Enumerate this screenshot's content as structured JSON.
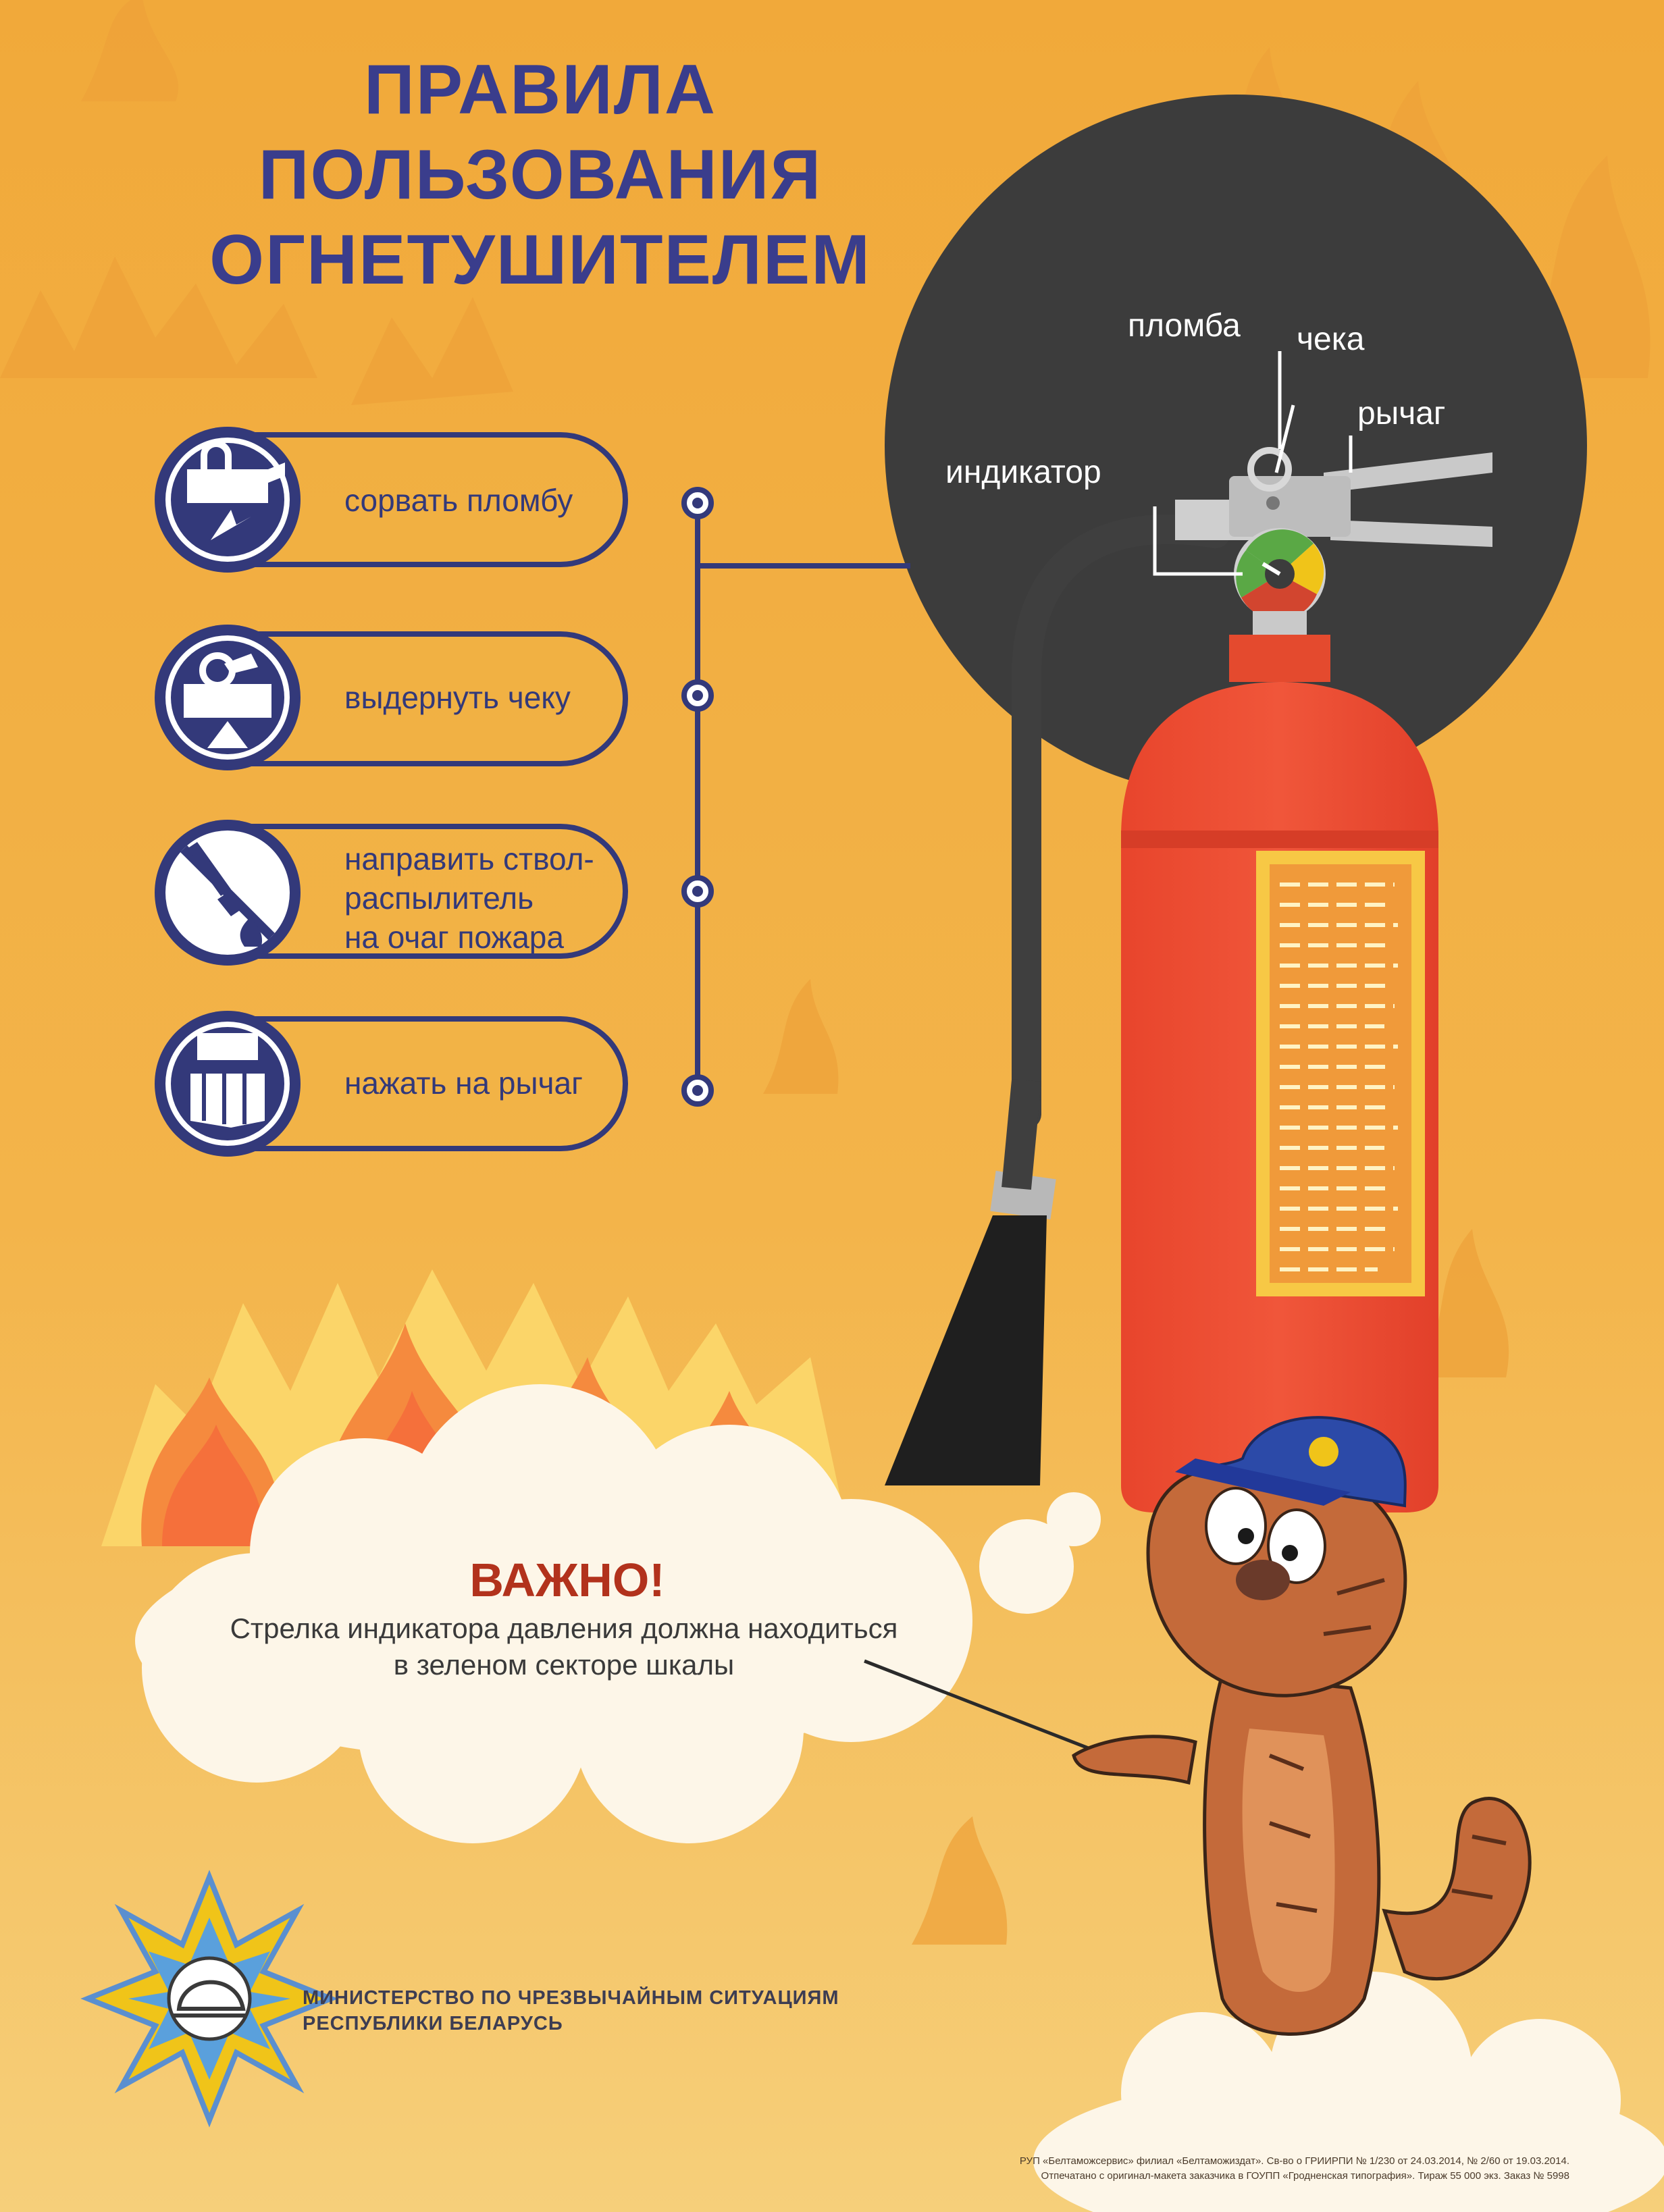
{
  "title": {
    "line1": "ПРАВИЛА",
    "line2": "ПОЛЬЗОВАНИЯ",
    "line3": "ОГНЕТУШИТЕЛЕМ"
  },
  "steps": [
    {
      "lines": [
        "сорвать пломбу"
      ],
      "icon": "seal-break-icon"
    },
    {
      "lines": [
        "выдернуть чеку"
      ],
      "icon": "pull-pin-icon"
    },
    {
      "lines": [
        "направить ствол-",
        "распылитель",
        "на очаг пожара"
      ],
      "icon": "aim-nozzle-icon"
    },
    {
      "lines": [
        "нажать на рычаг"
      ],
      "icon": "press-lever-icon"
    }
  ],
  "parts": {
    "seal": "пломба",
    "pin": "чека",
    "lever": "рычаг",
    "indicator": "индикатор"
  },
  "important": {
    "title": "ВАЖНО!",
    "line1": "Стрелка индикатора давления должна находиться",
    "line2": "в зеленом секторе шкалы"
  },
  "ministry": {
    "line1": "МИНИСТЕРСТВО ПО ЧРЕЗВЫЧАЙНЫМ СИТУАЦИЯМ",
    "line2": "РЕСПУБЛИКИ БЕЛАРУСЬ"
  },
  "imprint": {
    "line1": "РУП «Белтаможсервис» филиал «Белтаможиздат». Св-во о ГРИИРПИ № 1/230 от 24.03.2014, № 2/60 от 19.03.2014.",
    "line2": "Отпечатано с оригинал-макета заказчика в ГОУПП «Гродненская типография». Тираж 55 000 экз. Заказ № 5998"
  },
  "colors": {
    "background": "#f3ad3c",
    "navy": "#33397a",
    "extinguisher_red": "#e8452c",
    "gauge_green": "#5aa845",
    "important_red": "#b2321c"
  }
}
